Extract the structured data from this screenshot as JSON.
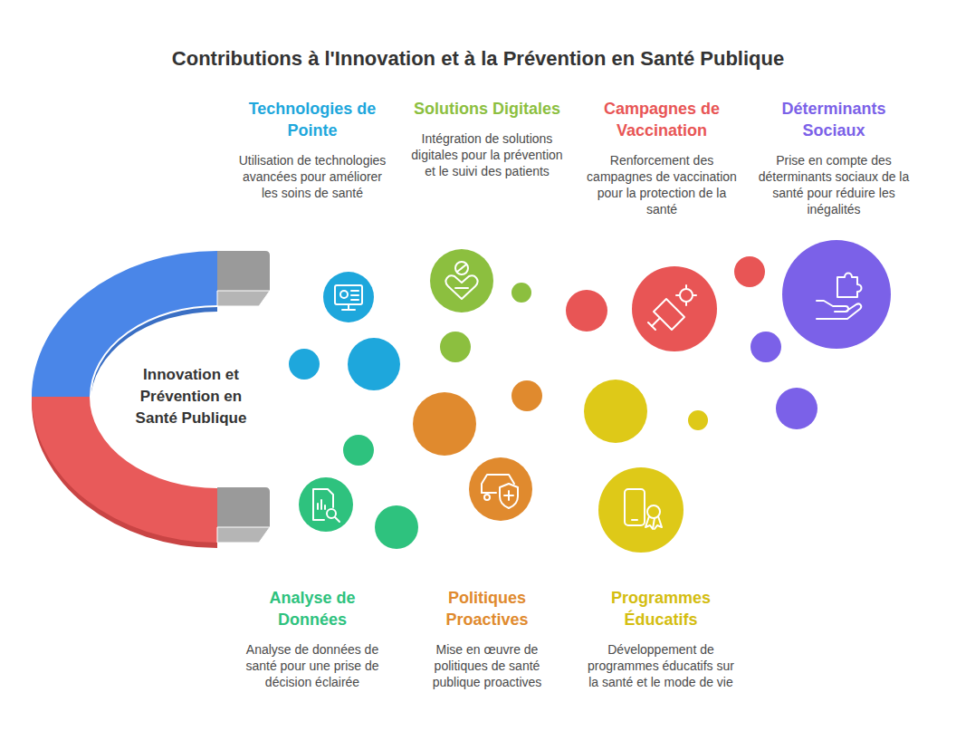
{
  "diagram": {
    "title": "Contributions à l'Innovation et à la Prévention en Santé Publique",
    "nodes": [
      {
        "text": [
          "Technologies de Pointe",
          "Utilisation de technologies avancées pour améliorer les soins de santé"
        ]
      },
      {
        "text": [
          "Solutions Digitales",
          "Intégration de solutions digitales pour la prévention et le suivi des patients"
        ]
      },
      {
        "text": [
          "Campagnes de Vaccination",
          "Renforcement des campagnes de vaccination pour la protection de la santé"
        ]
      },
      {
        "text": [
          "Déterminants Sociaux",
          "Prise en compte des déterminants sociaux de la santé pour réduire les inégalités"
        ]
      },
      {
        "text": [
          "Innovation et Prévention en Santé Publique"
        ]
      },
      {
        "text": [
          "Analyse de Données",
          "Analyse de données de santé pour une prise de décision éclairée"
        ]
      },
      {
        "text": [
          "Politiques Proactives",
          "Mise en œuvre de politiques de santé publique proactives"
        ]
      },
      {
        "text": [
          "Programmes Éducatifs",
          "Développement de programmes éducatifs sur la santé et le mode de vie"
        ]
      }
    ]
  }
}
